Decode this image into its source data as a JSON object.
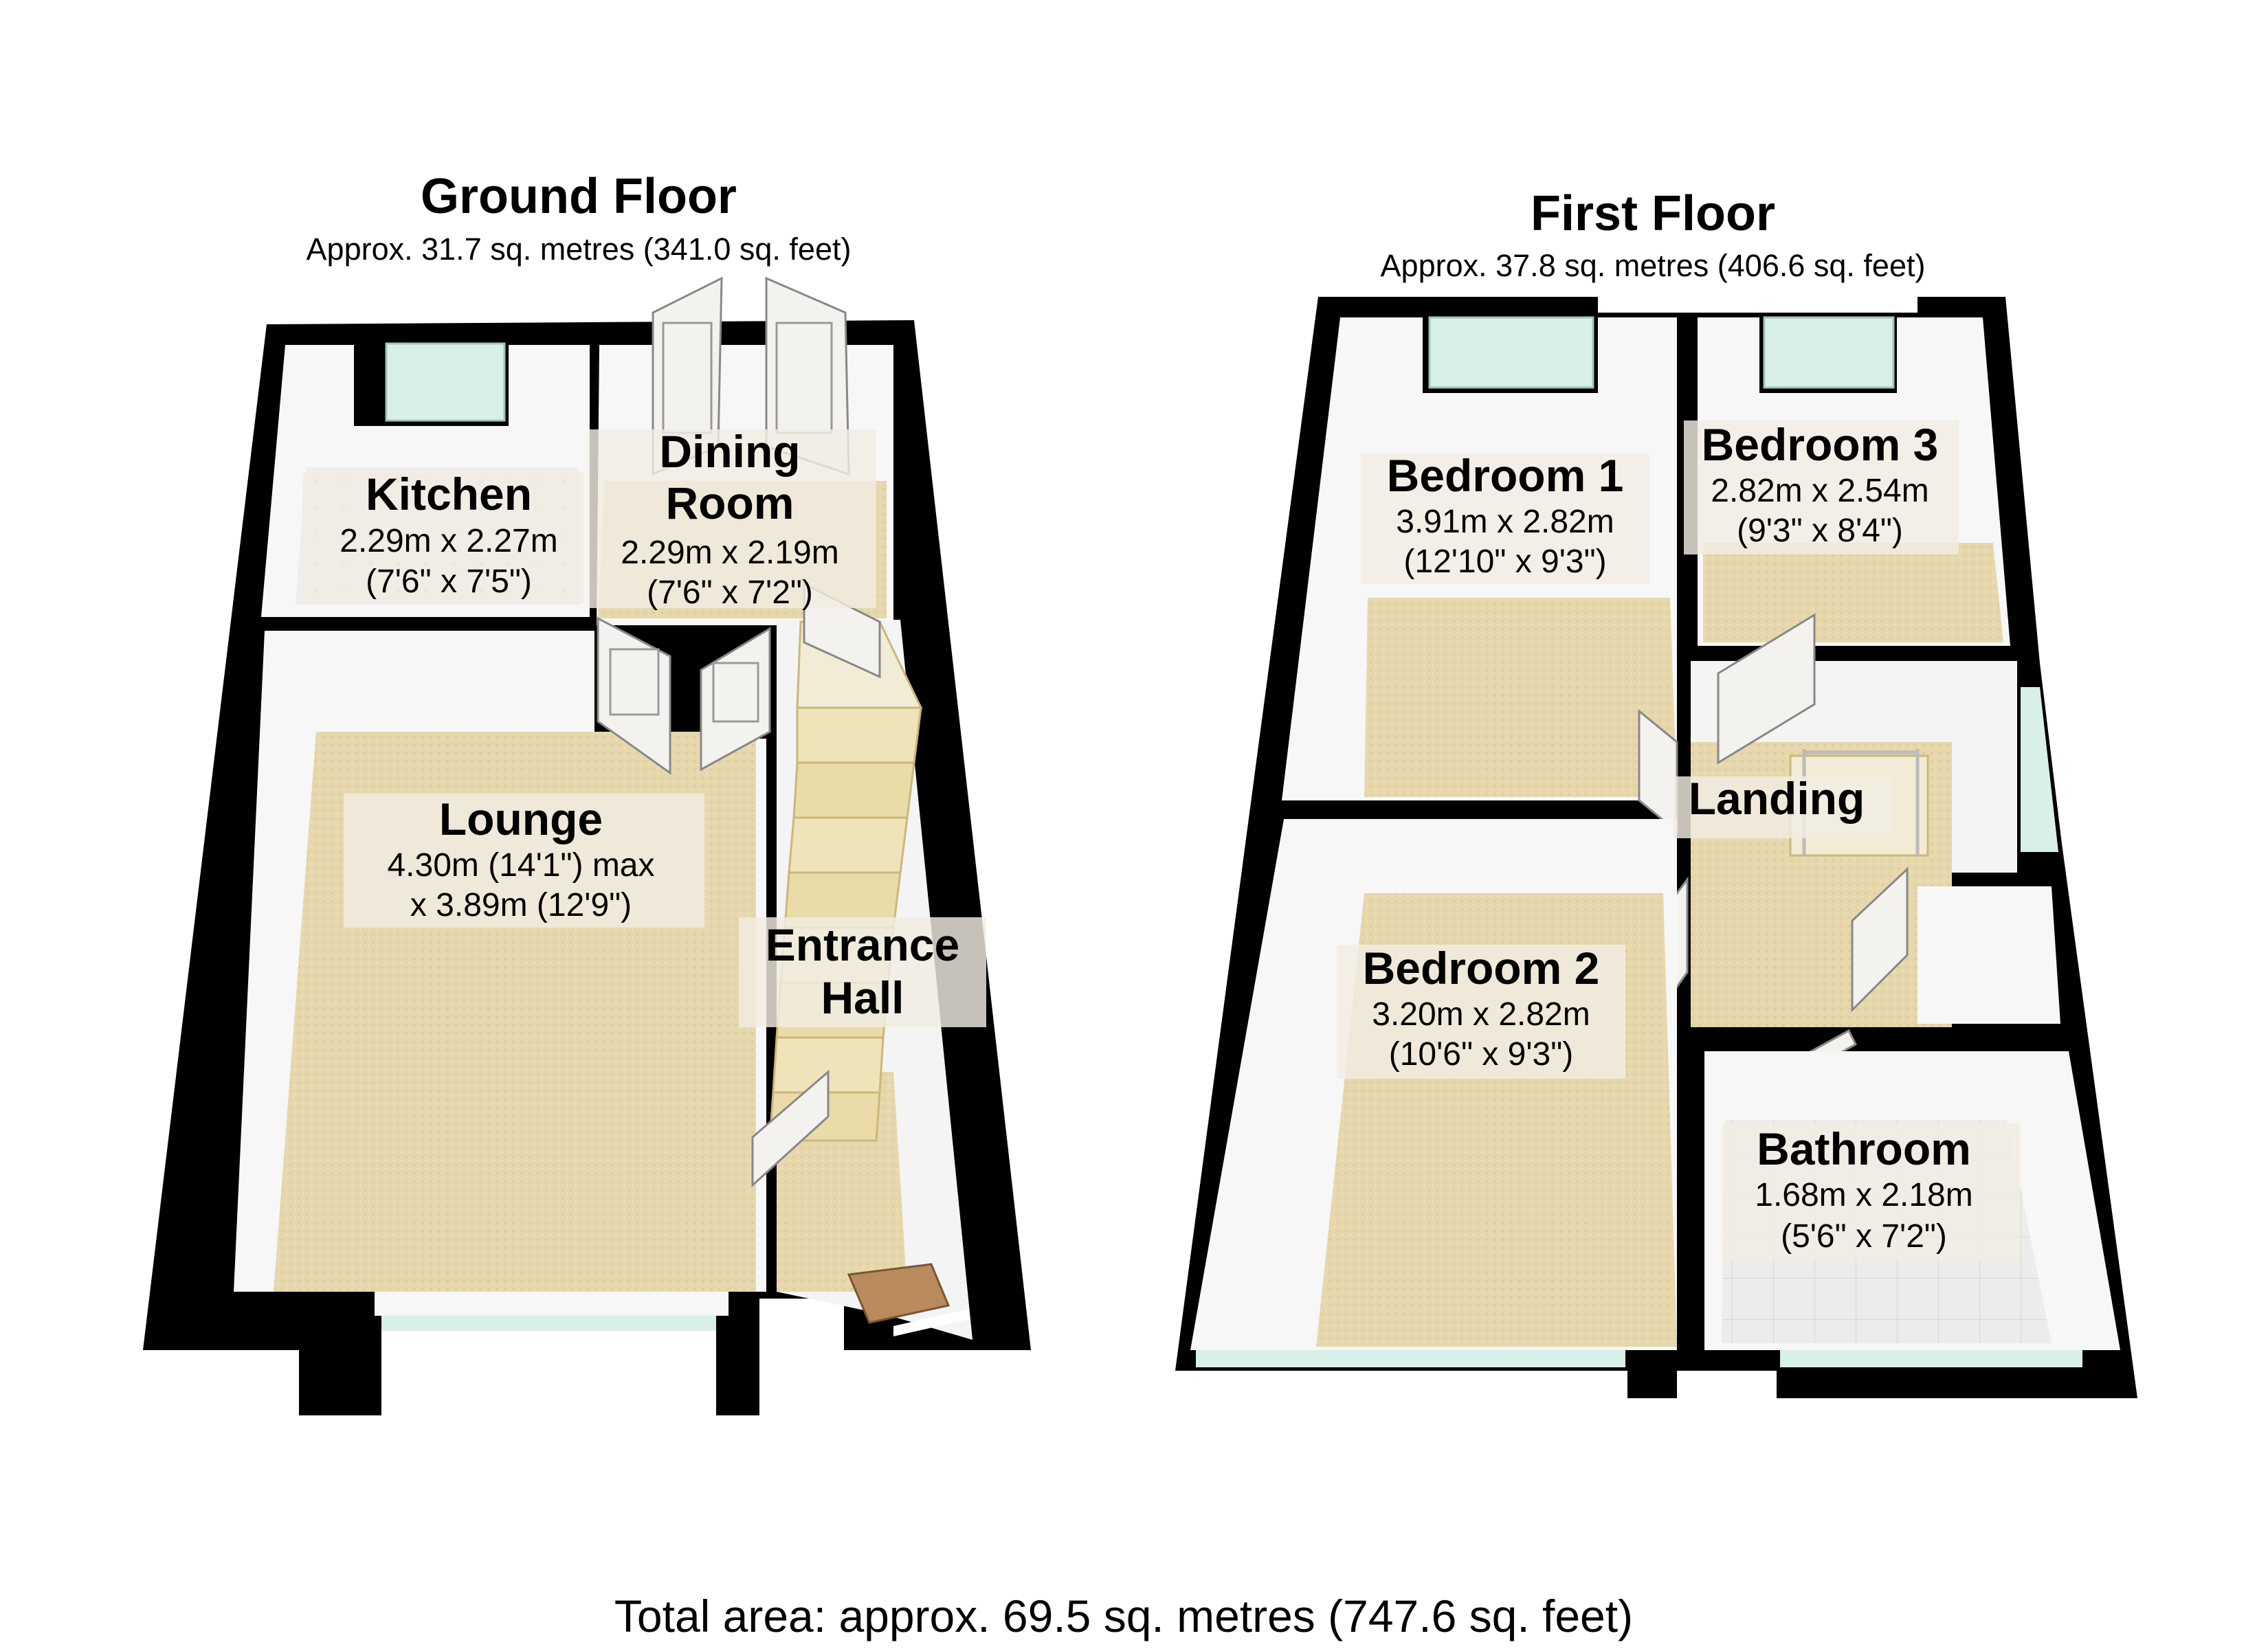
{
  "ground_floor": {
    "title": "Ground Floor",
    "area": "Approx. 31.7 sq. metres (341.0 sq. feet)",
    "rooms": [
      {
        "name": "Kitchen",
        "dims": [
          "2.29m x 2.27m",
          "(7'6\" x 7'5\")"
        ]
      },
      {
        "name_lines": [
          "Dining",
          "Room"
        ],
        "dims": [
          "2.29m x 2.19m",
          "(7'6\" x 7'2\")"
        ]
      },
      {
        "name": "Lounge",
        "dims": [
          "4.30m (14'1\") max",
          "x 3.89m (12'9\")"
        ]
      },
      {
        "name_lines": [
          "Entrance",
          "Hall"
        ]
      }
    ]
  },
  "first_floor": {
    "title": "First Floor",
    "area": "Approx. 37.8 sq. metres (406.6 sq. feet)",
    "rooms": [
      {
        "name": "Bedroom 1",
        "dims": [
          "3.91m x 2.82m",
          "(12'10\" x 9'3\")"
        ]
      },
      {
        "name": "Bedroom 3",
        "dims": [
          "2.82m x 2.54m",
          "(9'3\" x 8'4\")"
        ]
      },
      {
        "name": "Landing"
      },
      {
        "name": "Bedroom 2",
        "dims": [
          "3.20m x 2.82m",
          "(10'6\" x 9'3\")"
        ]
      },
      {
        "name": "Bathroom",
        "dims": [
          "1.68m x 2.18m",
          "(5'6\" x 7'2\")"
        ]
      }
    ]
  },
  "total_area": "Total area: approx. 69.5 sq. metres (747.6 sq. feet)",
  "colors": {
    "wall": "#000000",
    "carpet": "#e6d8ac",
    "wall_face": "#f7f7f7",
    "window_glass": "#d9efe9",
    "tile": "#ebebeb",
    "door": "#f4f2ef",
    "stairs": "#efe3b9"
  }
}
